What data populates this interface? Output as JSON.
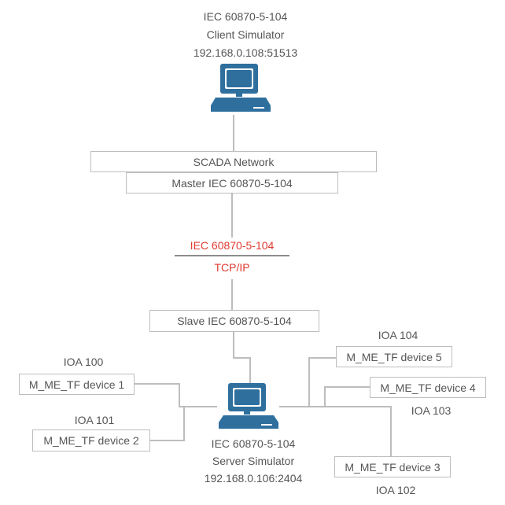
{
  "client": {
    "line1": "IEC 60870-5-104",
    "line2": "Client Simulator",
    "line3": "192.168.0.108:51513",
    "icon": "computer-icon"
  },
  "network": {
    "scada_label": "SCADA Network",
    "master_label": "Master IEC 60870-5-104"
  },
  "protocol": {
    "top_label": "IEC 60870-5-104",
    "bottom_label": "TCP/IP",
    "color": "#e03a2f"
  },
  "slave": {
    "label": "Slave IEC 60870-5-104"
  },
  "server": {
    "line1": "IEC 60870-5-104",
    "line2": "Server Simulator",
    "line3": "192.168.0.106:2404",
    "icon": "computer-icon"
  },
  "devices": [
    {
      "ioa": "IOA 100",
      "label": "M_ME_TF device 1"
    },
    {
      "ioa": "IOA 101",
      "label": "M_ME_TF device 2"
    },
    {
      "ioa": "IOA 102",
      "label": "M_ME_TF device 3"
    },
    {
      "ioa": "IOA 103",
      "label": "M_ME_TF device 4"
    },
    {
      "ioa": "IOA 104",
      "label": "M_ME_TF device 5"
    }
  ],
  "colors": {
    "computer": "#2e6f9e",
    "line": "#bdbdbd"
  }
}
